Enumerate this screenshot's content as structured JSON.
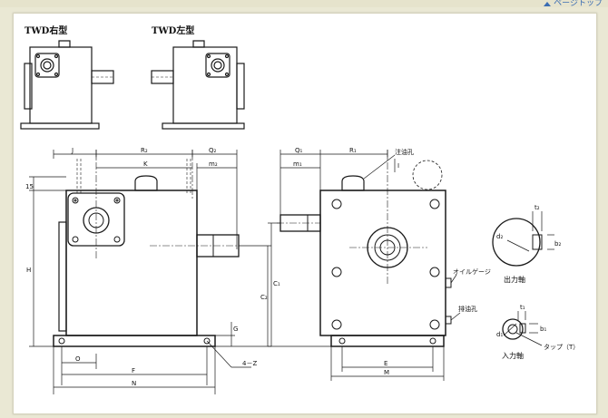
{
  "page": {
    "top_link_label": "ページトップ"
  },
  "titles": {
    "right_type": "TWD右型",
    "left_type": "TWD左型"
  },
  "front_view": {
    "dims": {
      "J": "J",
      "R2": "R₂",
      "Q2": "Q₂",
      "K": "K",
      "m2": "m₂",
      "fifteen": "15",
      "H": "H",
      "C2": "C₂",
      "G": "G",
      "O": "O",
      "F": "F",
      "N": "N",
      "four_z": "4－Z"
    }
  },
  "side_view": {
    "dims": {
      "Q1": "Q₁",
      "R1": "R₁",
      "m1": "m₁",
      "C1": "C₁",
      "E": "E",
      "M": "M",
      "I": "I"
    },
    "callouts": {
      "oil_fill": "注油孔",
      "oil_gauge": "オイルゲージ",
      "oil_drain": "排油孔"
    }
  },
  "output_shaft": {
    "label": "出力軸",
    "t2": "t₂",
    "b2": "b₂",
    "d2": "d₂"
  },
  "input_shaft": {
    "label": "入力軸",
    "t1": "t₁",
    "b1": "b₁",
    "d1": "d₁",
    "tap": "タップ（T）"
  }
}
